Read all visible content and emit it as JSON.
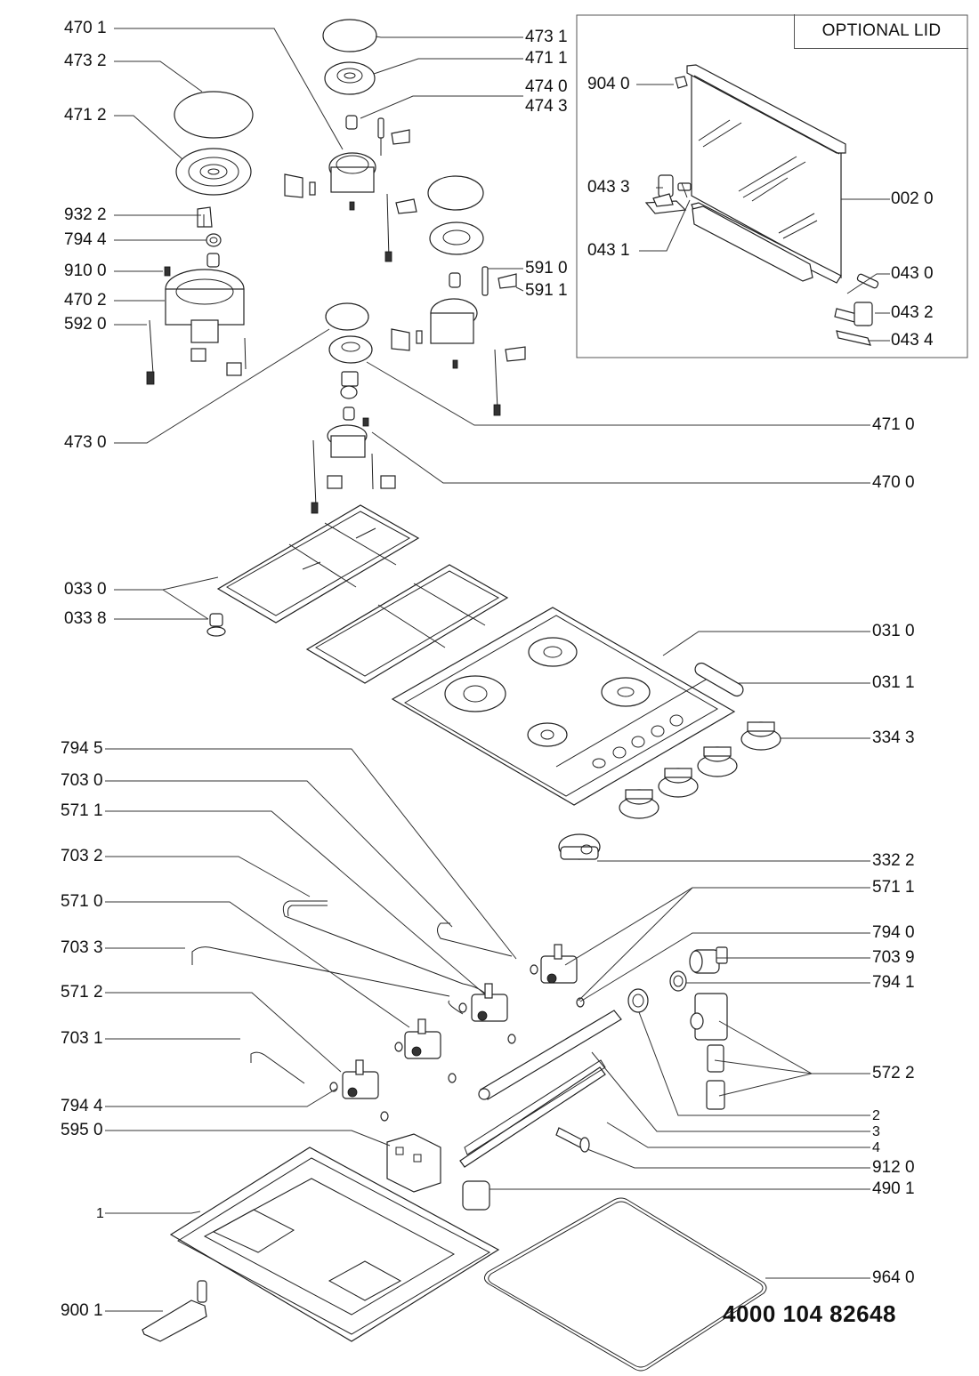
{
  "diagram": {
    "type": "exploded-parts-diagram",
    "subject": "gas hob with optional lid",
    "document_number": "4000 104 82648",
    "optional_lid_box": {
      "title": "OPTIONAL LID",
      "labels": [
        "904 0",
        "043 3",
        "043 1",
        "002 0",
        "043 0",
        "043 2",
        "043 4"
      ]
    },
    "left_labels": [
      "470 1",
      "473 2",
      "471 2",
      "932 2",
      "794 4",
      "910 0",
      "470 2",
      "592 0",
      "473 0",
      "033 0",
      "033 8",
      "794 5",
      "703 0",
      "571 1",
      "703 2",
      "571 0",
      "703 3",
      "571 2",
      "703 1",
      "794 4",
      "595 0",
      "1",
      "900 1"
    ],
    "right_labels": [
      "473 1",
      "471 1",
      "474 0",
      "474 3",
      "591 0",
      "591 1",
      "471 0",
      "470 0",
      "031 0",
      "031 1",
      "334 3",
      "332 2",
      "571 1",
      "794 0",
      "703 9",
      "794 1",
      "572 2",
      "2",
      "3",
      "4",
      "912 0",
      "490 1",
      "964 0"
    ]
  }
}
